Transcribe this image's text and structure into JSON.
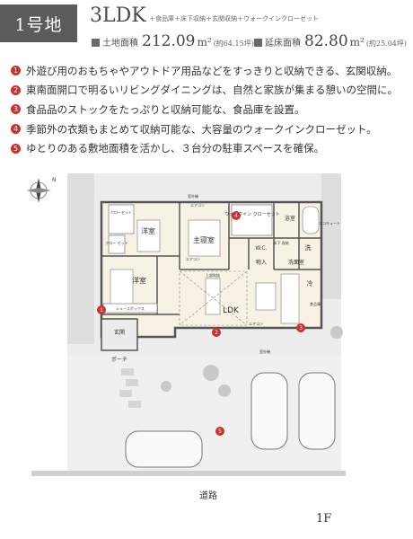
{
  "header": {
    "lot_label": "1号地",
    "layout": "3LDK",
    "layout_features": "＋食品庫＋床下収納＋玄関収納＋ウォークインクローゼット",
    "land_area_label": "土地面積",
    "land_area_value": "212.09",
    "land_area_unit": "m²",
    "land_area_tsubo": "(約64.15坪)",
    "floor_area_label": "延床面積",
    "floor_area_value": "82.80",
    "floor_area_unit": "m²",
    "floor_area_tsubo": "(約25.04坪)"
  },
  "features": [
    {
      "num": "1",
      "text": "外遊び用のおもちゃやアウトドア用品などをすっきりと収納できる、玄関収納。"
    },
    {
      "num": "2",
      "text": "東南面開口で明るいリビングダイニングは、自然と家族が集まる憩いの空間に。"
    },
    {
      "num": "3",
      "text": "食品品のストックをたっぷりと収納可能な、食品庫を設置。"
    },
    {
      "num": "4",
      "text": "季節外の衣類もまとめて収納可能な、大容量のウォークインクローゼット。"
    },
    {
      "num": "5",
      "text": "ゆとりのある敷地面積を活かし、３台分の駐車スペースを確保。"
    }
  ],
  "plan": {
    "rooms": {
      "western1": "洋室",
      "western2": "洋室",
      "master": "主寝室",
      "ldk": "LDK",
      "bath": "浴室",
      "wash": "洗",
      "washroom": "洗面室",
      "wc": "W.C.",
      "storage": "物入",
      "fridge": "冷",
      "entrance": "玄関",
      "porch": "ポーチ",
      "closet1": "クローゼット",
      "closet2": "クロー\nゼット",
      "wic": "ウォークイン\nクローゼット",
      "shoebox": "シューズボックス",
      "underfloor": "床下\n収納",
      "pantry": "食品庫",
      "ceiling": "上部吹抜",
      "ecocute": "エコキュート"
    },
    "small_labels": {
      "ac1": "エアコン",
      "ac2": "エアコン",
      "ac3": "エアコン",
      "outdoor1": "室外機",
      "outdoor2": "室外機"
    },
    "markers": [
      "1",
      "2",
      "3",
      "4",
      "5"
    ],
    "compass": "N"
  },
  "road_label": "道路",
  "floor_label": "1F",
  "colors": {
    "marker": "#c8332f",
    "badge": "#5b5b5b",
    "floor": "#f7f2e3",
    "wall": "#555555",
    "ground": "#ececec"
  }
}
